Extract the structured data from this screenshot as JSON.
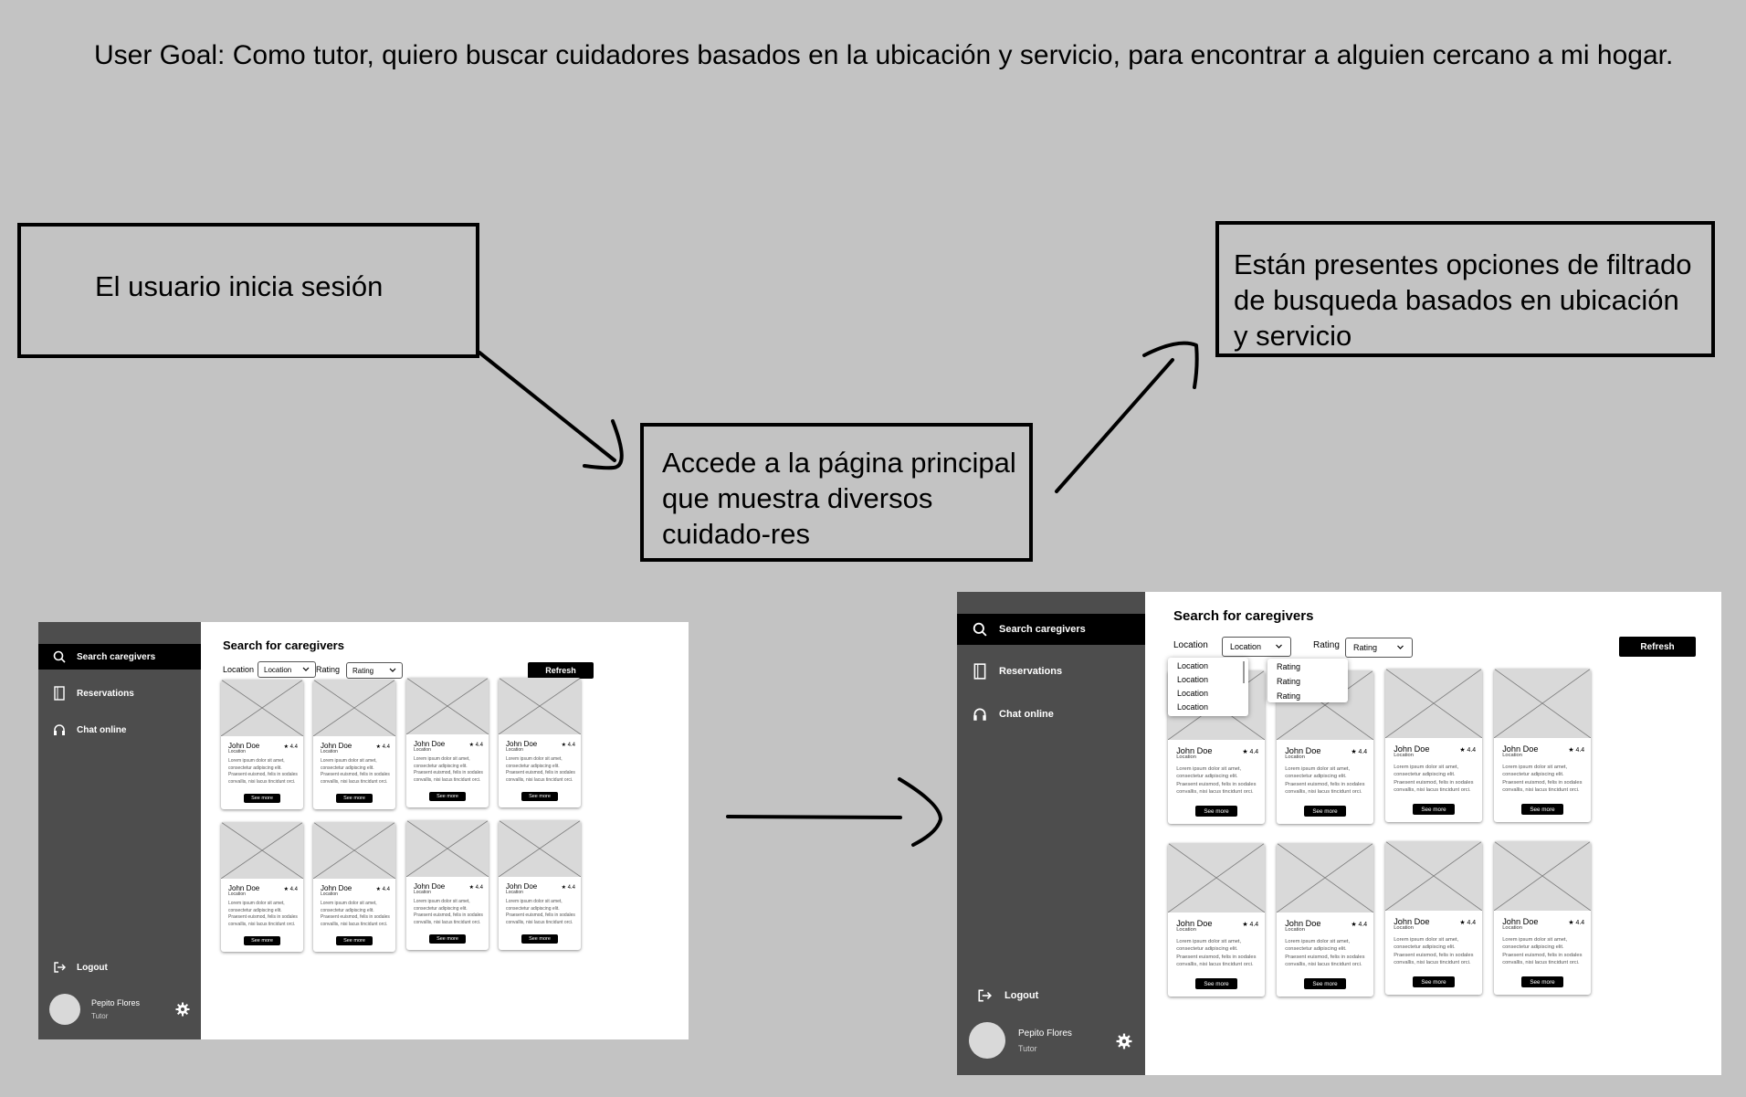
{
  "user_goal": "User Goal: Como tutor, quiero buscar cuidadores basados en la ubicación y servicio, para encontrar a alguien cercano a mi hogar.",
  "steps": [
    "El usuario inicia sesión",
    "Accede a la página principal que muestra diversos cuidado-res",
    "Están presentes opciones de filtrado de busqueda basados en ubicación y servicio"
  ],
  "app": {
    "nav": {
      "search": "Search caregivers",
      "reservations": "Reservations",
      "chat": "Chat online",
      "logout": "Logout"
    },
    "user": {
      "name": "Pepito Flores",
      "role": "Tutor"
    },
    "page_title": "Search for caregivers",
    "filters": {
      "location_label": "Location",
      "location_value": "Location",
      "rating_label": "Rating",
      "rating_value": "Rating"
    },
    "refresh": "Refresh",
    "card": {
      "name": "John Doe",
      "location": "Location",
      "rating": "4.4",
      "description": "Lorem ipsum dolor sit amet, consectetur adipiscing elit. Praesent euismod, felis in sodales convallis, nisi lacus tincidunt orci.",
      "button": "See more"
    },
    "location_options": [
      "Location",
      "Location",
      "Location",
      "Location"
    ],
    "rating_options": [
      "Rating",
      "Rating",
      "Rating"
    ]
  },
  "colors": {
    "canvas": "#c3c3c3",
    "sidebar": "#4d4d4d",
    "active_nav": "#000000",
    "placeholder": "#d9d9d9"
  }
}
